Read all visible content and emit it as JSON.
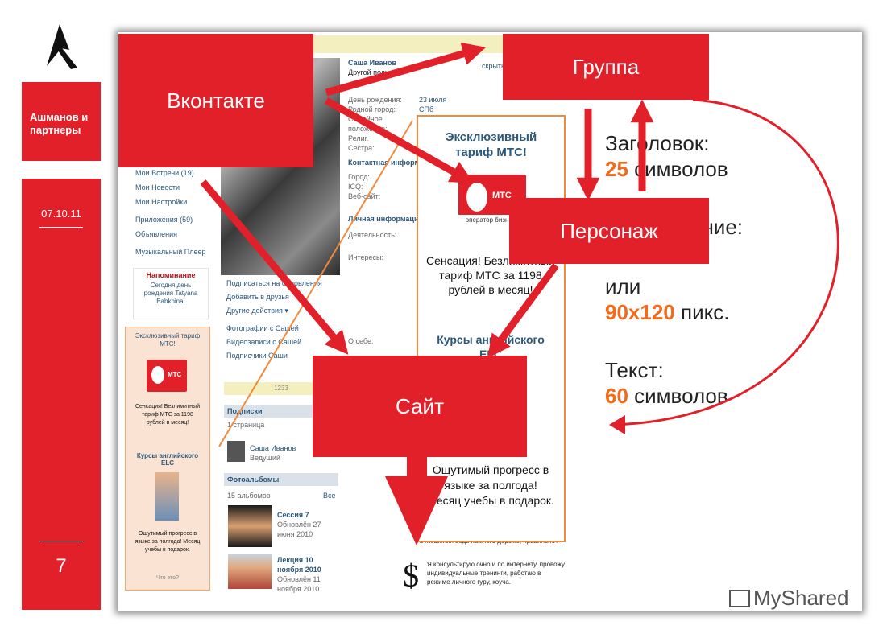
{
  "sidebar": {
    "brand": "Ашманов и партнеры",
    "date": "07.10.11",
    "page_number": "7"
  },
  "labels": {
    "vkontakte": "Вконтакте",
    "group": "Группа",
    "character": "Персонаж",
    "site": "Сайт",
    "dollar": "$"
  },
  "specs": {
    "title_label": "Заголовок:",
    "title_value": "25",
    "title_unit": " символов",
    "image_label": "Изображение:",
    "image_or": "или",
    "image_value": "90x120",
    "image_unit": " пикс.",
    "text_label": "Текст:",
    "text_value": "60",
    "text_unit": " символов"
  },
  "vk": {
    "name": "Саша Иванов",
    "status": "Другой подход",
    "hide": "скрыть",
    "info_rows": [
      {
        "k": "День рождения:",
        "v": "23 июля"
      },
      {
        "k": "Родной город:",
        "v": "СПб"
      },
      {
        "k": "Семейное положение:",
        "v": ""
      },
      {
        "k": "Религ.",
        "v": ""
      },
      {
        "k": "Сестра:",
        "v": ""
      }
    ],
    "contact_header": "Контактная информ",
    "contact_rows": [
      "Город:",
      "ICQ:",
      "Веб-сайт:"
    ],
    "personal_header": "Личная информация",
    "personal_rows": [
      "Деятельность:",
      "Интересы:"
    ],
    "menu": [
      "Мои Встречи (19)",
      "Мои Новости",
      "Мои Настройки",
      "Приложения (59)",
      "Объявления",
      "Музыкальный Плеер"
    ],
    "reminder_title": "Напоминание",
    "reminder_text": "Сегодня день рождения Tatyana Babkhina.",
    "actions": [
      "Подписаться на обновления",
      "Добавить в друзья",
      "Другие действия ▾",
      "Фотографии с Сашей",
      "Видеозаписи с Сашей",
      "Подписчики Саши"
    ],
    "about": "О себе:",
    "counter": "1233",
    "subs_header": "Подписки",
    "subs_sub": "1 страница",
    "subs_name": "Саша Иванов",
    "subs_role": "Ведущий",
    "albums_header": "Фотоальбомы",
    "albums_count": "15 альбомов",
    "albums_all": "Все",
    "album1_title": "Сессия 7",
    "album1_meta": "Обновлён 27 июня 2010",
    "album2_title": "Лекция 10 ноября 2010",
    "album2_meta": "Обновлён 11 ноября 2010",
    "wall_text1": "Отношения ведь намного дороже, правильно?",
    "wall_text2": "Я консультирую очно и по интернету, провожу индивидуальные тренинги, работаю в режиме личного гуру, коуча."
  },
  "ad_left": {
    "title": "Эксклюзивный тариф МТС!",
    "mts": "МТС",
    "text": "Сенсация! Безлимитный тариф МТС за 1198 рублей в месяц!",
    "title2": "Курсы английского ELC",
    "text2": "Ощутимый прогресс в языке за полгода! Месяц учебы в подарок.",
    "more": "Что это?"
  },
  "ad_big": {
    "title": "Эксклюзивный тариф МТС!",
    "mts": "МТС",
    "mts_sub": "оператор бизнеса",
    "text": "Сенсация! Безлимитный тариф МТС за 1198 рублей в месяц!",
    "title2": "Курсы английского ELC",
    "text2": "Ощутимый прогресс в языке за полгода! Месяц учебы в подарок."
  },
  "watermark": "MyShared",
  "colors": {
    "accent": "#e1202a",
    "orange": "#f26b1d",
    "vk_blue": "#2b587a"
  }
}
